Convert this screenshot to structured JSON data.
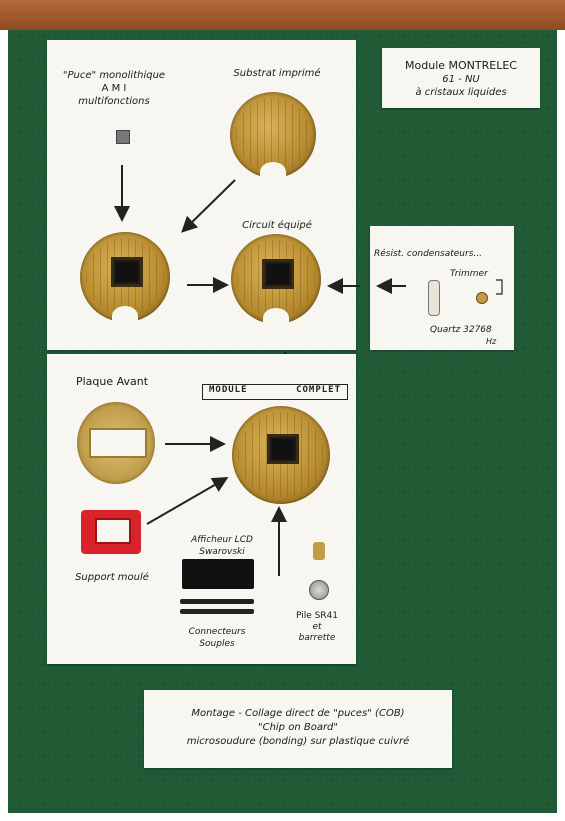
{
  "title_card": {
    "line1": "Module MONTRELEC",
    "line2": "61 - NU",
    "line3": "à cristaux liquides"
  },
  "top_panel": {
    "chip_label": [
      "\"Puce\" monolithique",
      "A M I",
      "multifonctions"
    ],
    "substrate_label": "Substrat imprimé",
    "equipped_label": "Circuit équipé"
  },
  "components_card": {
    "resistors_label": "Résist. condensateurs...",
    "trimmer_label": "Trimmer",
    "quartz_label_1": "Quartz 32768",
    "quartz_label_2": "Hz"
  },
  "bottom_panel": {
    "front_plate_label": "Plaque Avant",
    "module_complete_1": "MODULE",
    "module_complete_2": "COMPLET",
    "support_label": "Support moulé",
    "lcd_label_1": "Afficheur LCD",
    "lcd_label_2": "Swarovski",
    "connectors_label_1": "Connecteurs",
    "connectors_label_2": "Souples",
    "battery_label_1": "Pile SR41",
    "battery_label_2": "et",
    "battery_label_3": "barrette"
  },
  "caption_card": {
    "line1": "Montage - Collage direct de \"puces\" (COB)",
    "line2": "\"Chip on Board\"",
    "line3": "microsoudure (bonding) sur plastique cuivré"
  },
  "colors": {
    "felt": "#1f5a35",
    "frame": "#a35c2e",
    "card": "#f7f6f1",
    "pcb": "#c39a3e",
    "support": "#d8232a"
  }
}
